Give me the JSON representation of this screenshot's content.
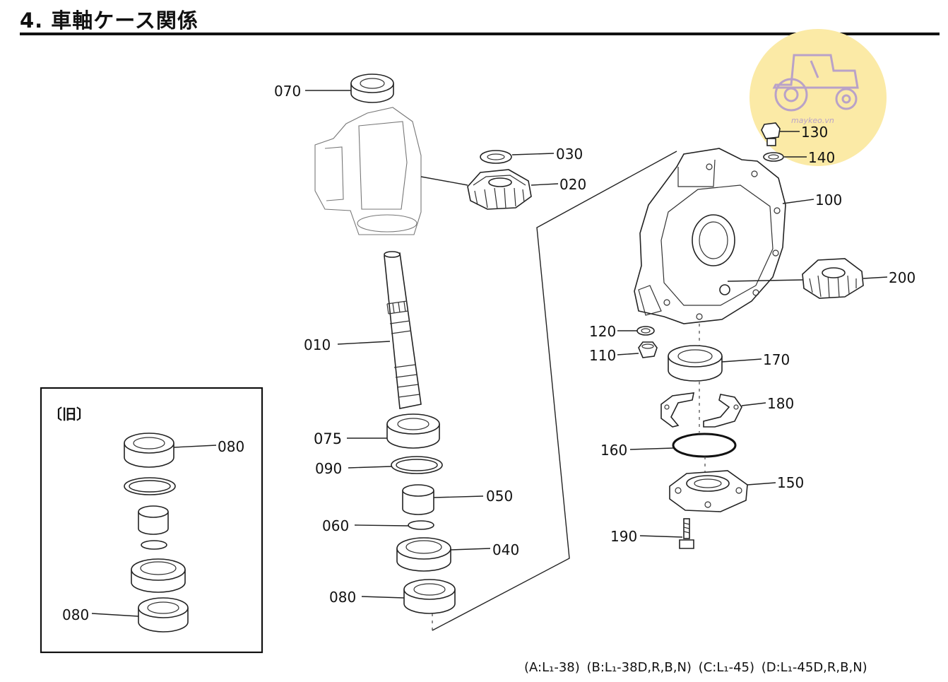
{
  "title": "4. 車軸ケース関係",
  "logo_text": "maykeo.vn",
  "inset_label": "〔旧〕",
  "parts": {
    "p070": "070",
    "p030": "030",
    "p020": "020",
    "p010": "010",
    "p075": "075",
    "p090": "090",
    "p050": "050",
    "p060": "060",
    "p040": "040",
    "p080_main": "080",
    "p130": "130",
    "p140": "140",
    "p100": "100",
    "p200": "200",
    "p120": "120",
    "p110": "110",
    "p170": "170",
    "p180": "180",
    "p160": "160",
    "p150": "150",
    "p190": "190",
    "p080_inset_top": "080",
    "p080_inset_bottom": "080"
  },
  "applicability": [
    "(A:L₁-38)",
    "(B:L₁-38D,R,B,N)",
    "(C:L₁-45)",
    "(D:L₁-45D,R,B,N)"
  ],
  "colors": {
    "logo_fill": "#fbeaa6",
    "logo_stroke": "#b9a2c8",
    "ink": "#111111"
  }
}
